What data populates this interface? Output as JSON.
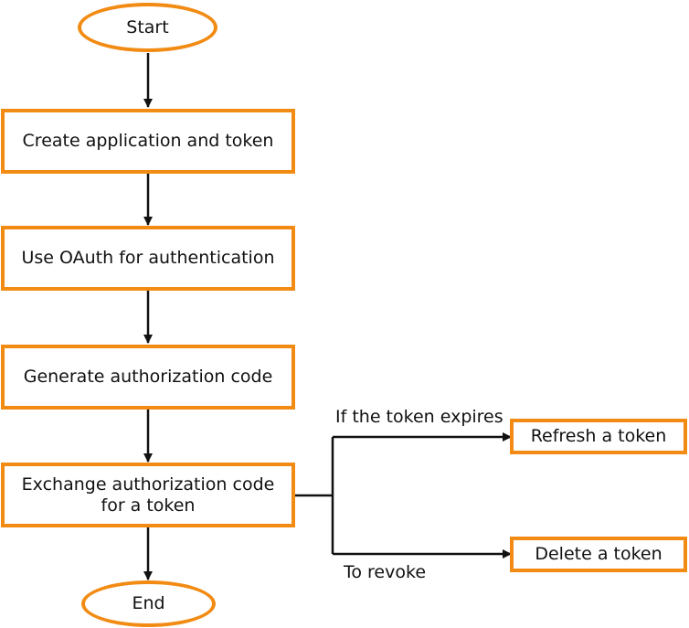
{
  "diagram": {
    "start": "Start",
    "create_app": "Create application and token",
    "use_oauth": "Use OAuth for authentication",
    "generate_code": "Generate authorization code",
    "exchange_code": "Exchange authorization code\nfor a token",
    "end": "End",
    "refresh_token": "Refresh a token",
    "delete_token": "Delete a token",
    "label_expires": "If the token expires",
    "label_revoke": "To revoke"
  },
  "colors": {
    "node_border": "#f28b13",
    "edge": "#111111"
  }
}
